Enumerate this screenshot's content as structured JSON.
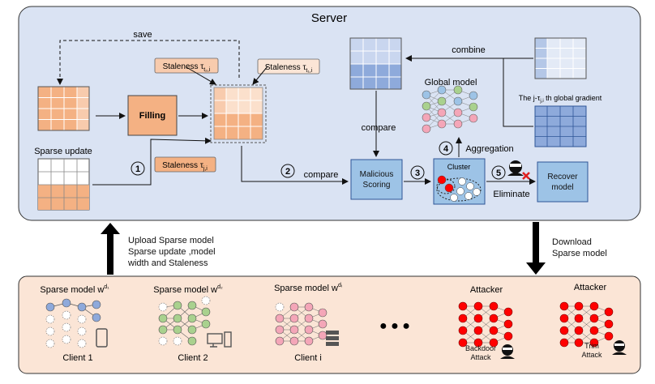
{
  "server": {
    "title": "Server",
    "save_label": "save",
    "staleness_t2": "Staleness τ",
    "staleness_t2_sub": "t₂,i",
    "staleness_t1": "Staleness τ",
    "staleness_t1_sub": "t₁,i",
    "staleness_j": "Staleness τ",
    "staleness_j_sub": "j,i",
    "filling_label": "Filling",
    "sparse_update_label": "Sparse update",
    "compare_top": "compare",
    "compare_mid": "compare",
    "combine_label": "combine",
    "global_model_label": "Global model",
    "global_gradient_label": "The j-τ",
    "global_gradient_sub": "j,i",
    "global_gradient_suffix": " th global gradient",
    "malicious_scoring_label": "Malicious\nScoring",
    "cluster_label": "Cluster",
    "aggregation_label": "Aggregation",
    "eliminate_label": "Eliminate",
    "recover_model_label": "Recover\nmodel",
    "steps": [
      "1",
      "2",
      "3",
      "4",
      "5"
    ]
  },
  "flows": {
    "upload_label": "Upload Sparse model\nSparse update ,model\nwidth and Staleness",
    "download_label": "Download\nSparse model"
  },
  "clients": [
    {
      "model_label": "Sparse model w",
      "model_sup": "d₁",
      "name": "Client 1",
      "device": "phone-icon",
      "color": "#8ea9db"
    },
    {
      "model_label": "Sparse model w",
      "model_sup": "d₂",
      "name": "Client 2",
      "device": "desktop-icon",
      "color": "#a9d18e"
    },
    {
      "model_label": "Sparse model w",
      "model_sup": "dᵢ",
      "name": "Client i",
      "device": "server-icon",
      "color": "#f4a6b8"
    }
  ],
  "ellipsis": "● ● ●",
  "attackers": [
    {
      "title": "Attacker",
      "attack_label": "Backdoor\nAttack",
      "color": "#ff0000"
    },
    {
      "title": "Attacker",
      "attack_label": "Trim\nAttack",
      "color": "#ff0000"
    }
  ],
  "colors": {
    "server_bg": "#dae3f3",
    "client_bg": "#fbe5d6",
    "orange_cell": "#f4b183",
    "light_orange_cell": "#fbe0cc",
    "blue_cell": "#8eaadb",
    "light_blue_cell": "#c9d6ef",
    "box_blue": "#9dc3e6",
    "attacker_red": "#ff0000"
  }
}
